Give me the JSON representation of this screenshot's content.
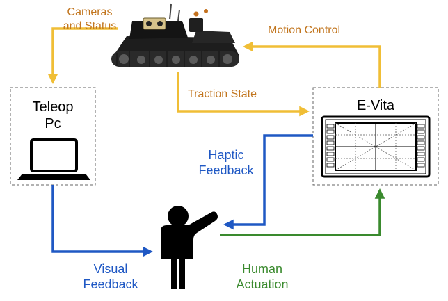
{
  "nodes": {
    "teleop": {
      "title_line1": "Teleop",
      "title_line2": "Pc",
      "icon": "laptop-icon"
    },
    "evita": {
      "title": "E-Vita",
      "icon": "tablet-display-icon"
    },
    "robot": {
      "icon": "tracked-robot-icon"
    },
    "human": {
      "icon": "person-pointing-icon"
    }
  },
  "edges": {
    "cameras_status": {
      "line1": "Cameras",
      "line2": "and Status",
      "color": "#f0be36",
      "text_color": "#c2761f"
    },
    "motion_control": {
      "label": "Motion Control",
      "color": "#f0be36",
      "text_color": "#c2761f"
    },
    "traction_state": {
      "label": "Traction State",
      "color": "#f0be36",
      "text_color": "#c2761f"
    },
    "haptic_feedback": {
      "line1": "Haptic",
      "line2": "Feedback",
      "color": "#1f58c4",
      "text_color": "#1f58c4"
    },
    "visual_feedback": {
      "line1": "Visual",
      "line2": "Feedback",
      "color": "#1f58c4",
      "text_color": "#1f58c4"
    },
    "human_actuation": {
      "line1": "Human",
      "line2": "Actuation",
      "color": "#3a8a2e",
      "text_color": "#3a8a2e"
    }
  }
}
